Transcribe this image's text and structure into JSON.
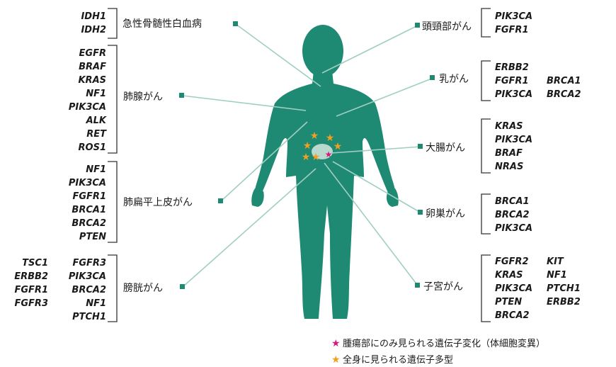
{
  "colors": {
    "body": "#1f8a73",
    "line": "#9fcfc2",
    "marker": "#1f8a73",
    "bracket": "#333333",
    "somatic_star": "#d8187a",
    "germline_star": "#f0a020",
    "tumor": "#b9d9cf"
  },
  "cancers": {
    "leukemia": {
      "name": "急性骨髄性白血病",
      "genes": [
        "IDH1",
        "IDH2"
      ]
    },
    "lung_adeno": {
      "name": "肺腺がん",
      "genes": [
        "EGFR",
        "BRAF",
        "KRAS",
        "NF1",
        "PIK3CA",
        "ALK",
        "RET",
        "ROS1"
      ]
    },
    "lung_squamous": {
      "name": "肺扁平上皮がん",
      "genes": [
        "NF1",
        "PIK3CA",
        "FGFR1",
        "BRCA1",
        "BRCA2",
        "PTEN"
      ]
    },
    "bladder": {
      "name": "膀胱がん",
      "genes_col1": [
        "TSC1",
        "ERBB2",
        "FGFR1",
        "FGFR3"
      ],
      "genes_col2": [
        "FGFR3",
        "PIK3CA",
        "BRCA2",
        "NF1",
        "PTCH1"
      ]
    },
    "head_neck": {
      "name": "頭頸部がん",
      "genes": [
        "PIK3CA",
        "FGFR1"
      ]
    },
    "breast": {
      "name": "乳がん",
      "genes_col1": [
        "ERBB2",
        "FGFR1",
        "PIK3CA"
      ],
      "genes_col2": [
        "BRCA1",
        "BRCA2"
      ]
    },
    "colorectal": {
      "name": "大腸がん",
      "genes": [
        "KRAS",
        "PIK3CA",
        "BRAF",
        "NRAS"
      ]
    },
    "ovarian": {
      "name": "卵巣がん",
      "genes": [
        "BRCA1",
        "BRCA2",
        "PIK3CA"
      ]
    },
    "uterine": {
      "name": "子宮がん",
      "genes_col1": [
        "FGFR2",
        "KRAS",
        "PIK3CA",
        "PTEN",
        "BRCA2"
      ],
      "genes_col2": [
        "KIT",
        "NF1",
        "PTCH1",
        "ERBB2"
      ]
    }
  },
  "legend": {
    "somatic": {
      "icon": "star",
      "label": "腫瘍部にのみ見られる遺伝子変化（体細胞変異）"
    },
    "germline": {
      "icon": "star",
      "label": "全身に見られる遺伝子多型"
    }
  }
}
